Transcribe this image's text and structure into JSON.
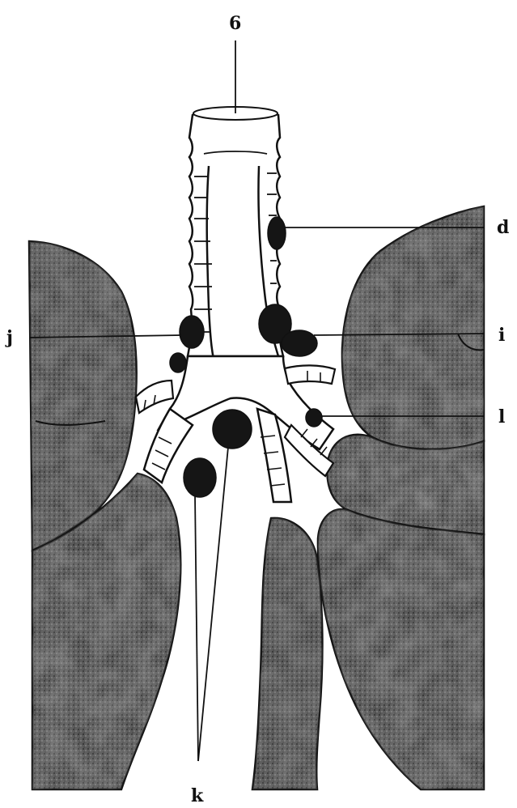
{
  "labels": {
    "top": "6",
    "d": "d",
    "i": "i",
    "j": "j",
    "l": "l",
    "k": "k"
  },
  "colors": {
    "ink": "#111111",
    "lung_dark": "#4a4a4a",
    "lung_mid": "#7a7a7a",
    "lung_light": "#b8b8b8",
    "node": "#151515",
    "paper": "#ffffff"
  }
}
